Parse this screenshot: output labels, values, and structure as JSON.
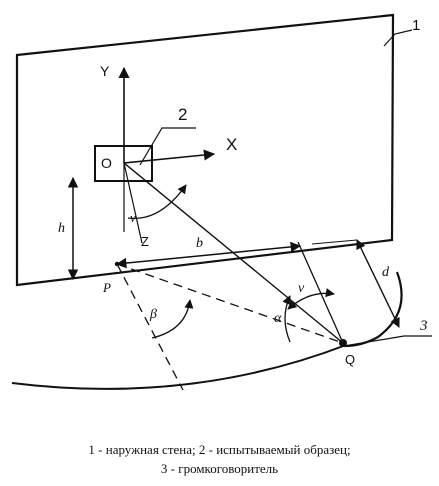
{
  "diagram": {
    "labels": {
      "wall_number": "1",
      "sample_number": "2",
      "speaker_number": "3",
      "origin": "O",
      "x_axis": "X",
      "y_axis": "Y",
      "z_axis": "Z",
      "height": "h",
      "base_distance": "b",
      "distance_d": "d",
      "point_p": "P",
      "point_q": "Q",
      "angle_alpha": "α",
      "angle_beta": "β",
      "angle_nu_left": "ν",
      "angle_nu_right": "ν"
    }
  },
  "caption": {
    "line1": "1 - наружная стена; 2 - испытываемый образец;",
    "line2": "3 - громкоговоритель"
  }
}
